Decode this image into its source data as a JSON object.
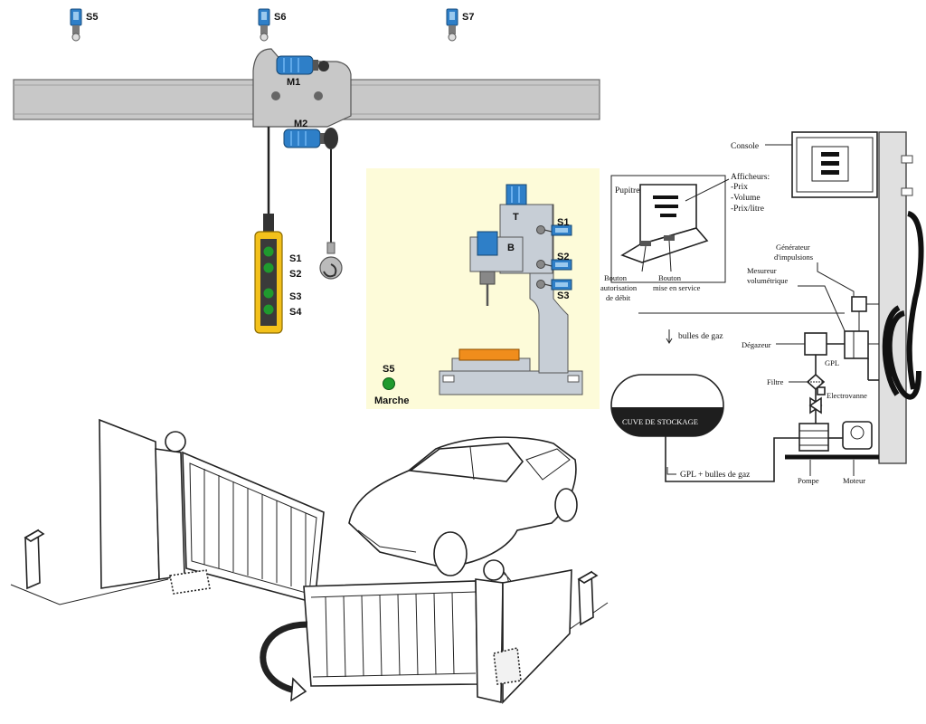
{
  "crane": {
    "limit_switches": [
      "S5",
      "S6",
      "S7"
    ],
    "motors": [
      "M1",
      "M2"
    ],
    "pendant_buttons": [
      "S1",
      "S2",
      "S3",
      "S4"
    ],
    "colors": {
      "beam": "#c8c8c8",
      "motor": "#2e7fc8",
      "pendant": "#f3c11b",
      "button": "#1f9a2e"
    }
  },
  "drill": {
    "labels": {
      "head": "T",
      "spindle": "B"
    },
    "switches": [
      "S1",
      "S2",
      "S3"
    ],
    "start_button": {
      "id": "S5",
      "label": "Marche"
    },
    "colors": {
      "panel": "#fdfbd9",
      "body": "#c7ced6",
      "workpiece": "#f08d1c"
    }
  },
  "fuel": {
    "console": "Console",
    "desk_title": "Pupitre du pompiste",
    "displays_title": "Afficheurs:",
    "displays_items": [
      "-Prix",
      "-Volume",
      "-Prix/litre"
    ],
    "btn_auth": [
      "Bouton",
      "autorisation",
      "de débit"
    ],
    "btn_service": [
      "Bouton",
      "mise en service"
    ],
    "generator": [
      "Générateur",
      "d'impulsions"
    ],
    "meter": [
      "Mesureur",
      "volumétrique"
    ],
    "bubbles": "bulles de gaz",
    "degasser": "Dégazeur",
    "gpl": "GPL",
    "filter": "Filtre",
    "valve": "Electrovanne",
    "tank": "CUVE DE STOCKAGE",
    "gpl_bubbles": "GPL + bulles de gaz",
    "pump": "Pompe",
    "motor": "Moteur"
  }
}
